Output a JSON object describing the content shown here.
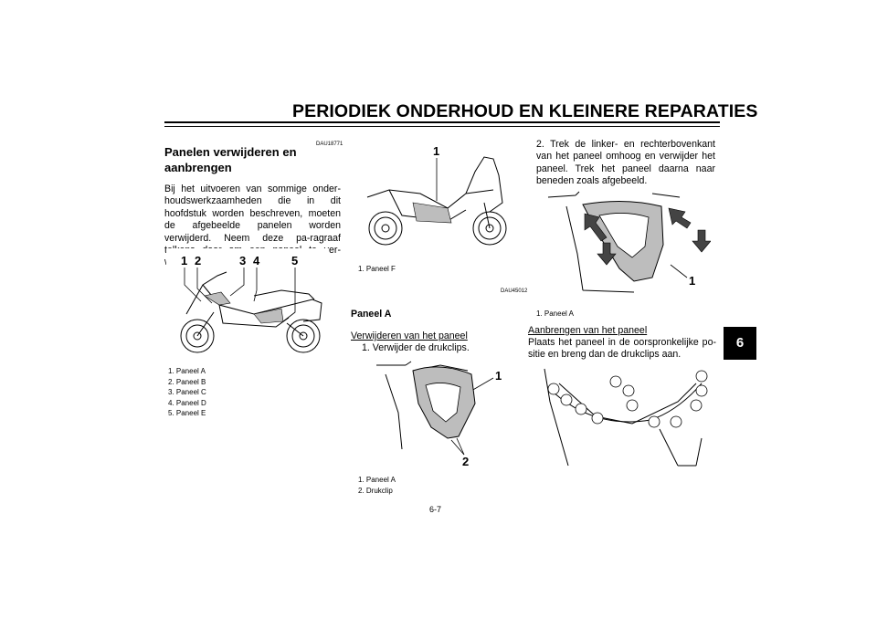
{
  "header": {
    "title": "PERIODIEK ONDERHOUD EN KLEINERE REPARATIES"
  },
  "chapter_tab": "6",
  "section": {
    "code": "DAU18771",
    "title": "Panelen verwijderen en aanbrengen",
    "intro": "Bij het uitvoeren van sommige onder-houdswerkzaamheden die in dit hoofdstuk worden beschreven, moeten de afgebeelde panelen worden verwijderd. Neem deze pa-ragraaf telkens door om een paneel te ver-wijderen of aan te brengen."
  },
  "figure1": {
    "labels": [
      "1",
      "2",
      "3",
      "4",
      "5"
    ],
    "caption": [
      "1. Paneel A",
      "2. Paneel B",
      "3. Paneel C",
      "4. Paneel D",
      "5. Paneel E"
    ]
  },
  "figure2": {
    "labels": [
      "1"
    ],
    "caption": [
      "1. Paneel F"
    ]
  },
  "paneel_a": {
    "code": "DAU45012",
    "title": "Paneel A",
    "remove_heading": "Verwijderen van het paneel",
    "step1": "1.  Verwijder de drukclips.",
    "figure3": {
      "labels": [
        "1",
        "2"
      ],
      "caption": [
        "1. Paneel A",
        "2. Drukclip"
      ]
    },
    "step2": "2. Trek de linker- en rechterbovenkant van het paneel omhoog en verwijder het paneel. Trek het paneel daarna naar beneden zoals afgebeeld.",
    "figure4": {
      "labels": [
        "1"
      ],
      "caption": [
        "1. Paneel A"
      ]
    },
    "install_heading": "Aanbrengen van het paneel",
    "install_text": "Plaats het paneel in de oorspronkelijke po-sitie en breng dan de drukclips aan."
  },
  "page_number": "6-7",
  "colors": {
    "ink": "#000000",
    "panel_fill": "#bdbdbd",
    "paper": "#ffffff"
  }
}
